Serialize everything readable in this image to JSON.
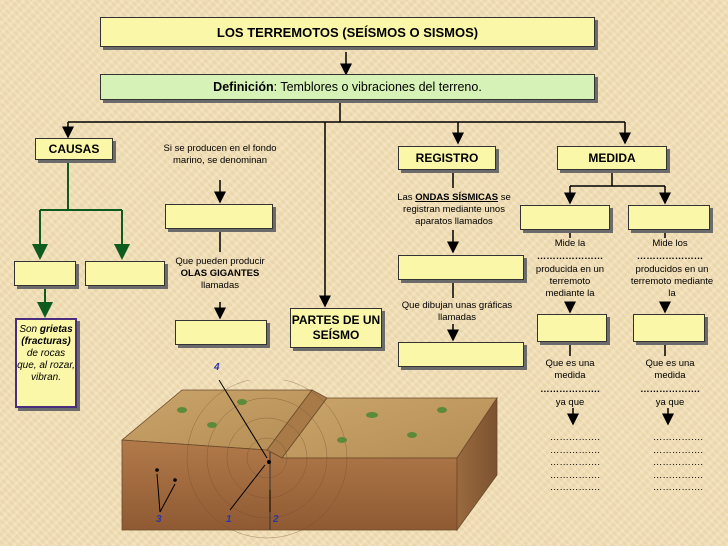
{
  "title": "LOS TERREMOTOS (SEÍSMOS O SISMOS)",
  "definition": {
    "label": "Definición",
    "text": ": Temblores o vibraciones del terreno."
  },
  "causas": "CAUSAS",
  "causas_desc": {
    "prefix": "Son ",
    "bold1": "grietas (fracturas)",
    "rest": " de rocas que, al rozar, vibran."
  },
  "fondo_marino": "Si se producen en el fondo marino, se denominan",
  "olas": {
    "prefix": "Que pueden producir ",
    "bold": "OLAS GIGANTES",
    "suffix": " llamadas"
  },
  "partes": "PARTES DE UN SEÍSMO",
  "registro": "REGISTRO",
  "registro_text": {
    "prefix": "Las ",
    "bold": "ONDAS SÍSMICAS",
    "suffix": " se registran mediante unos aparatos llamados"
  },
  "registro_graficas": "Que dibujan unas gráficas llamadas",
  "medida": "MEDIDA",
  "medida_left": {
    "top": "Mide la",
    "dots": "…………………",
    "mid": "producida en un terremoto mediante la",
    "bottom": "Que es una medida",
    "dots2": "……………….",
    "ya_que": "ya que"
  },
  "medida_right": {
    "top": "Mide los",
    "dots": "…………………",
    "mid": "producidos en un terremoto mediante la",
    "bottom": "Que es una medida",
    "dots2": "……………….",
    "ya_que": "ya que"
  },
  "dot_lines": [
    "…………….",
    "…………….",
    "…………….",
    "…………….",
    "……………."
  ],
  "numbers": {
    "n1": "1",
    "n2": "2",
    "n3": "3",
    "n4": "4"
  }
}
